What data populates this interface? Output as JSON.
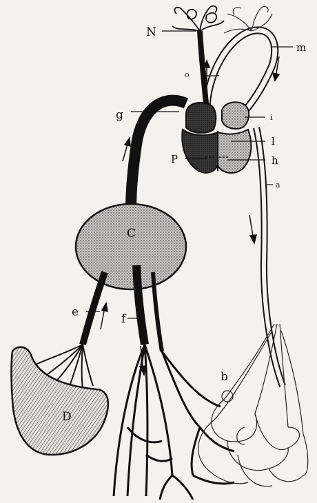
{
  "labels": {
    "N": "N",
    "o": "o",
    "m": "m",
    "g": "g",
    "i": "i",
    "l": "l",
    "P": "P",
    "h": "h",
    "a": "a",
    "C": "C",
    "e": "e",
    "f": "f",
    "b": "b",
    "D": "D"
  },
  "colors": {
    "ink": "#111111",
    "paper": "#f4f2ec",
    "stipple": "#8c8c8c",
    "stipple_dark": "#4a4a4a"
  }
}
